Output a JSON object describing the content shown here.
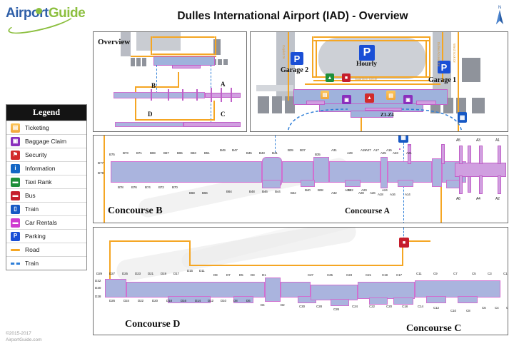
{
  "brand": {
    "name_part1": "Airport",
    "name_part2": "Guide"
  },
  "header": {
    "title": "Dulles International Airport (IAD) - Overview",
    "compass_label": "N"
  },
  "legend": {
    "title": "Legend",
    "items": [
      {
        "label": "Ticketing",
        "icon": "ticketing-icon",
        "glyph": "▤"
      },
      {
        "label": "Baggage Claim",
        "icon": "baggage-claim-icon",
        "glyph": "▣"
      },
      {
        "label": "Security",
        "icon": "security-icon",
        "glyph": "⚑"
      },
      {
        "label": "Information",
        "icon": "information-icon",
        "glyph": "i"
      },
      {
        "label": "Taxi Rank",
        "icon": "taxi-rank-icon",
        "glyph": "▬"
      },
      {
        "label": "Bus",
        "icon": "bus-icon",
        "glyph": "▬"
      },
      {
        "label": "Train",
        "icon": "train-icon",
        "glyph": "▯"
      },
      {
        "label": "Car Rentals",
        "icon": "car-rentals-icon",
        "glyph": "▬"
      },
      {
        "label": "Parking",
        "icon": "parking-icon",
        "glyph": "P"
      },
      {
        "label": "Road",
        "icon": "road-swatch",
        "glyph": ""
      },
      {
        "label": "Train",
        "icon": "train-line-swatch",
        "glyph": ""
      }
    ]
  },
  "panels": {
    "overview": {
      "title": "Overview",
      "concourse_labels": [
        "A",
        "B",
        "C",
        "D"
      ]
    },
    "terminal": {
      "garage_2": "Garage 2",
      "garage_1": "Garage 1",
      "hourly": "Hourly",
      "hourly_icon": "parking-icon",
      "saarinen_circle": "Saarinen Circle",
      "zones": "Z1-Z4",
      "roads": [
        "Copilot Dr",
        "Dulles Access Rd",
        "Wind Sock Dr"
      ],
      "icons": [
        "parking-icon",
        "taxi-rank-icon",
        "bus-icon",
        "ticketing-icon",
        "baggage-claim-icon",
        "security-icon",
        "train-icon"
      ]
    },
    "concourse_ab": {
      "name_b": "Concourse B",
      "name_a": "Concourse A",
      "b_gates_top": [
        "B75",
        "B73",
        "B71",
        "B69",
        "B67",
        "B65",
        "B63",
        "B51",
        "B49",
        "B47",
        "B45",
        "B43",
        "B41",
        "B39",
        "B37",
        "B35"
      ],
      "b_gates_left": [
        "B77",
        "B79"
      ],
      "b_gates_bottom": [
        "B78",
        "B76",
        "B74",
        "B72",
        "B70",
        "B68",
        "B66",
        "B64",
        "B48",
        "B46",
        "B44",
        "B42",
        "B40",
        "B38"
      ],
      "a_gates_top": [
        "A31",
        "A29",
        "A27",
        "A25",
        "A23",
        "A21",
        "A19",
        "A17",
        "A15"
      ],
      "a_gates_bottom": [
        "A32",
        "A30",
        "A28",
        "A26",
        "A24",
        "A22",
        "A20",
        "A18",
        "A16",
        "A14"
      ],
      "a_pier_top": [
        "A5",
        "A3",
        "A1"
      ],
      "a_pier_bottom": [
        "A6",
        "A4",
        "A2"
      ],
      "train_icon": "train-icon"
    },
    "concourse_cd": {
      "name_d": "Concourse D",
      "name_c": "Concourse C",
      "d_gates_top": [
        "D29",
        "D27",
        "D25",
        "D23",
        "D21",
        "D19",
        "D17",
        "D15",
        "D11",
        "D9",
        "D7",
        "D5",
        "D3",
        "D1"
      ],
      "d_gates_left": [
        "D32",
        "D30",
        "D28"
      ],
      "d_gates_bottom": [
        "D26",
        "D24",
        "D22",
        "D20",
        "D18",
        "D16",
        "D14",
        "D12",
        "D10",
        "D8",
        "D6",
        "D4",
        "D2"
      ],
      "c_gates_top": [
        "C27",
        "C25",
        "C23",
        "C21",
        "C19",
        "C17",
        "C11",
        "C9",
        "C7",
        "C5",
        "C3",
        "C1"
      ],
      "c_gates_bottom": [
        "C30",
        "C28",
        "C26",
        "C24",
        "C22",
        "C20",
        "C18",
        "C14",
        "C12",
        "C10",
        "C8",
        "C6",
        "C4",
        "C2"
      ],
      "bus_icon": "bus-icon"
    }
  },
  "copyright": {
    "years": "©2015-2017",
    "site": "AirportGuide.com"
  },
  "colors": {
    "concourse_fill": "#aab4de",
    "concourse_stroke": "#d06fd0",
    "pier_fill": "#d09fe0",
    "road": "#f5a623",
    "train": "#2f7fd8",
    "parking": "#1a4fd6",
    "legend_header": "#141414"
  }
}
